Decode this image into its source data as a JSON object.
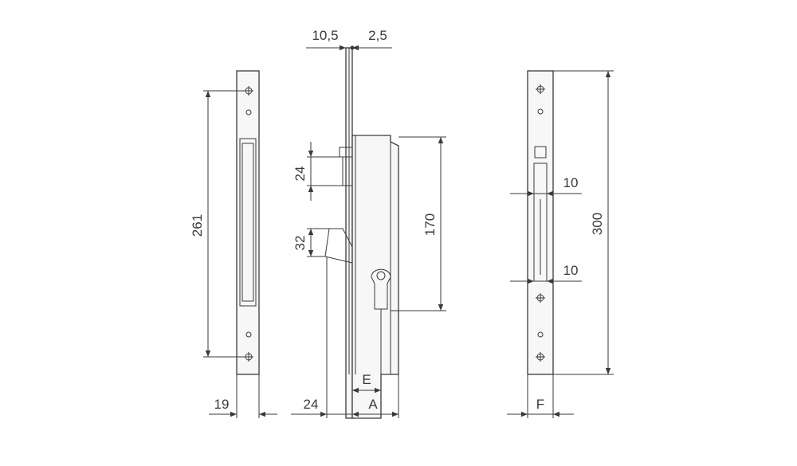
{
  "drawing": {
    "dimensions": {
      "d_10_5": "10,5",
      "d_2_5": "2,5",
      "d_261": "261",
      "d_24_top": "24",
      "d_32": "32",
      "d_170": "170",
      "d_10_upper": "10",
      "d_10_lower": "10",
      "d_300": "300",
      "d_19": "19",
      "d_24_bottom": "24",
      "d_E": "E",
      "d_A": "A",
      "d_F": "F"
    }
  }
}
